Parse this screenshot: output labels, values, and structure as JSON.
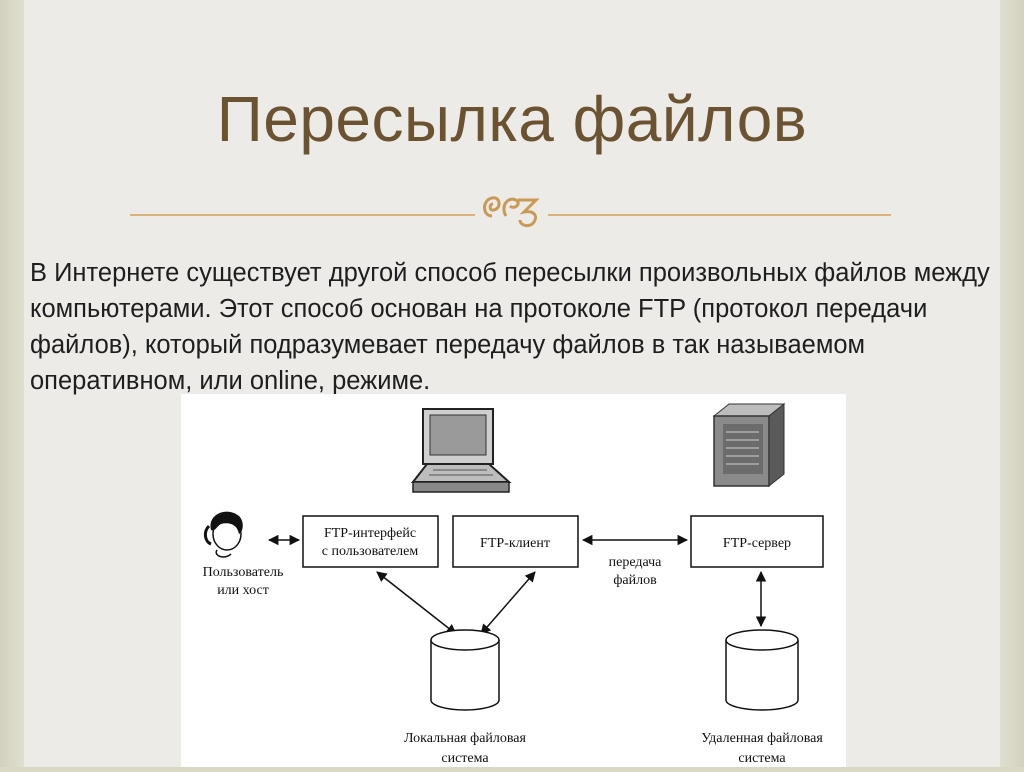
{
  "slide": {
    "title": "Пересылка файлов",
    "ornament": "ꞝ",
    "body_text": "В Интернете существует другой способ пересылки произвольных файлов между компьютерами. Этот способ основан на протоколе FTP (протокол передачи файлов), который подразумевает передачу файлов в так называемом оперативном, или online, режиме."
  },
  "diagram": {
    "box_ftp_interface_line1": "FTP-интерфейс",
    "box_ftp_interface_line2": "с пользователем",
    "box_ftp_client": "FTP-клиент",
    "box_ftp_server": "FTP-сервер",
    "user_label_line1": "Пользователь",
    "user_label_line2": "или хост",
    "transfer_label_line1": "передача",
    "transfer_label_line2": "файлов",
    "local_fs_line1": "Локальная файловая",
    "local_fs_line2": "система",
    "remote_fs_line1": "Удаленная файловая",
    "remote_fs_line2": "система"
  }
}
